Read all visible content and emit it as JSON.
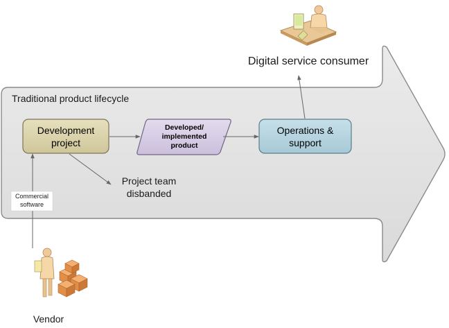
{
  "container_label": "Traditional product lifecycle",
  "nodes": {
    "development_project": "Development\nproject",
    "developed_product": "Developed/\nimplemented\nproduct",
    "operations_support": "Operations &\nsupport"
  },
  "labels": {
    "project_team": "Project team\ndisbanded",
    "commercial_software": "Commercial\nsoftware",
    "consumer": "Digital service consumer",
    "vendor": "Vendor"
  },
  "colors": {
    "arrow_fill": "#e2e2e2",
    "arrow_stroke": "#888888",
    "dev_project_fill": "#d9d2a9",
    "product_fill": "#d8cee6",
    "operations_fill": "#b5d3df"
  },
  "icons": {
    "consumer": "person-at-computer-icon",
    "vendor": "person-with-boxes-icon"
  }
}
